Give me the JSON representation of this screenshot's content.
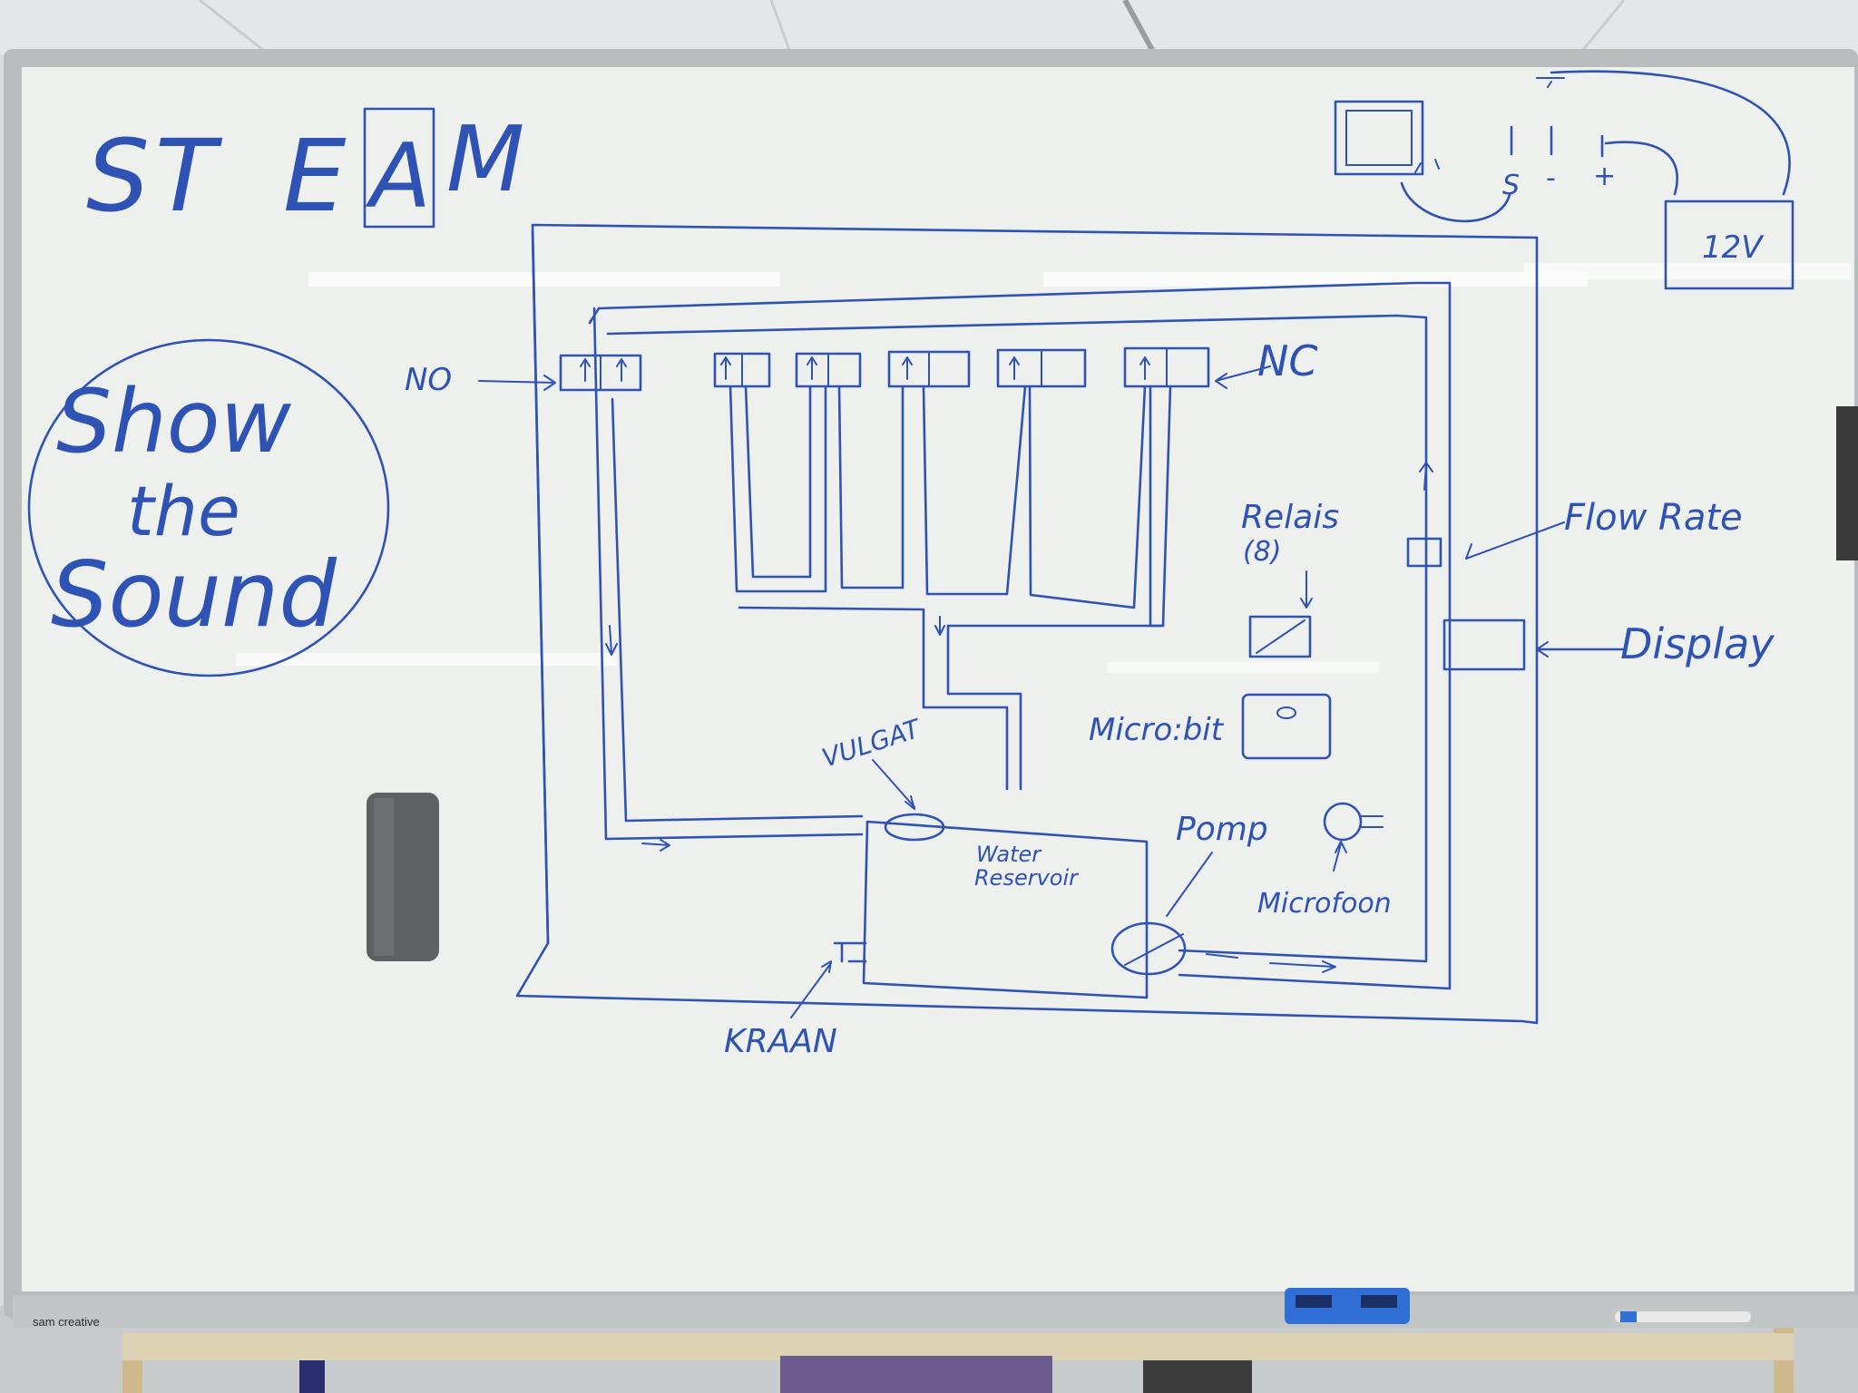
{
  "board": {
    "brand": "sam creative",
    "colors": {
      "ink": "#2f52b5",
      "board": "#eef0ee",
      "frame": "#b9bcbc",
      "eraser": "#5f6062",
      "marker": "#2f6fd6"
    }
  },
  "title": {
    "prefix": "ST",
    "letter_e": "E",
    "boxed_letter": "A",
    "suffix": "M"
  },
  "slogan": {
    "line1": "Show",
    "line2": "the",
    "line3": "Sound"
  },
  "labels": {
    "no": "NO",
    "nc": "NC",
    "relais": "Relais",
    "relais_count": "(8)",
    "flow_rate": "Flow Rate",
    "display": "Display",
    "microbit": "Micro:bit",
    "vulgat": "VULGAT",
    "water_reservoir_line1": "Water",
    "water_reservoir_line2": "Reservoir",
    "pomp": "Pomp",
    "microfoon": "Microfoon",
    "kraan": "KRAAN",
    "battery": "12V",
    "power_s": "S",
    "power_minus": "-",
    "power_plus": "+"
  }
}
